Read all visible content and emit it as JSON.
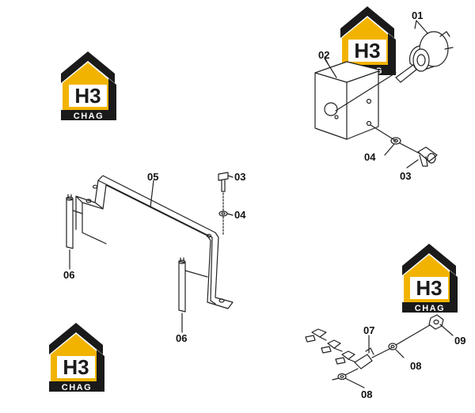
{
  "logo": {
    "mark": "H3",
    "brand": "CHAG",
    "color_gold": "#f2b300",
    "color_dark": "#1a1a1a"
  },
  "parts": {
    "p01": "01",
    "p02": "02",
    "p03a": "03",
    "p03b": "03",
    "p04a": "04",
    "p04b": "04",
    "p05": "05",
    "p06a": "06",
    "p06b": "06",
    "p07": "07",
    "p08a": "08",
    "p08b": "08",
    "p09": "09"
  }
}
